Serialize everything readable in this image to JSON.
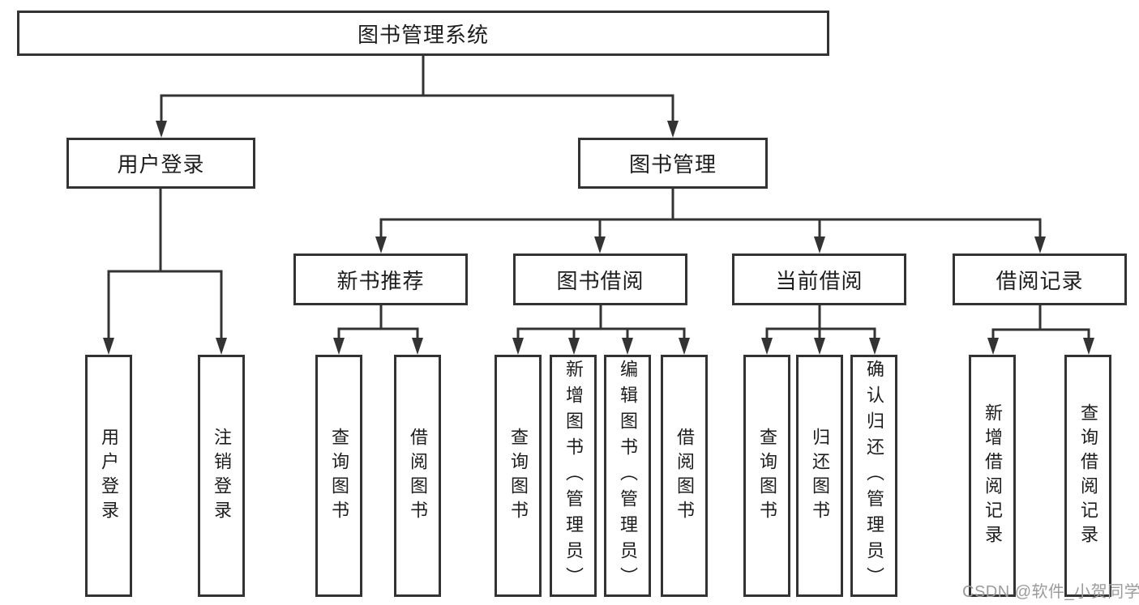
{
  "nodes": {
    "root": {
      "label": "图书管理系统"
    },
    "level2": [
      {
        "label": "用户登录"
      },
      {
        "label": "图书管理"
      }
    ],
    "level3": [
      {
        "label": "新书推荐"
      },
      {
        "label": "图书借阅"
      },
      {
        "label": "当前借阅"
      },
      {
        "label": "借阅记录"
      }
    ],
    "leaves": [
      {
        "label": "用户登录"
      },
      {
        "label": "注销登录"
      },
      {
        "label": "查询图书"
      },
      {
        "label": "借阅图书"
      },
      {
        "label": "查询图书"
      },
      {
        "label": "新增图书（管理员）"
      },
      {
        "label": "编辑图书（管理员）"
      },
      {
        "label": "借阅图书"
      },
      {
        "label": "查询图书"
      },
      {
        "label": "归还图书"
      },
      {
        "label": "确认归还（管理员）"
      },
      {
        "label": "新增借阅记录"
      },
      {
        "label": "查询借阅记录"
      }
    ]
  },
  "watermark": {
    "text": "CSDN @软件_小贺同学"
  },
  "colors": {
    "line": "#333333",
    "box_border": "#333333",
    "box_bg": "#ffffff",
    "text": "#1d1d1d",
    "watermark": "#9b9b9b"
  }
}
